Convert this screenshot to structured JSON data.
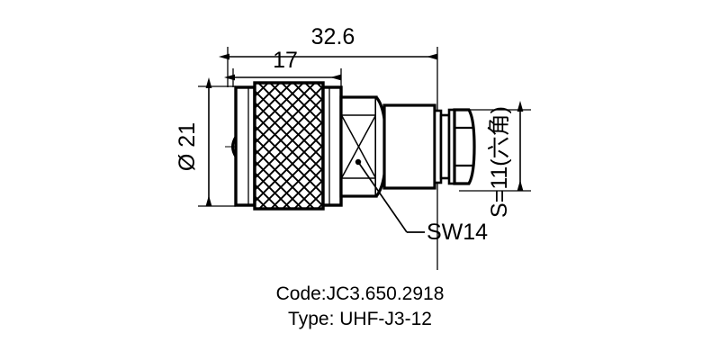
{
  "drawing": {
    "title_icon": "technical-drawing-icon",
    "part": {
      "code_label": "Code:JC3.650.2918",
      "type_label": "Type: UHF-J3-12"
    },
    "dimensions": {
      "overall_length": "32.6",
      "knurl_length": "17",
      "body_diameter": "Ø 21",
      "hex_across_flats": "S=11(六角)",
      "wrench_size": "SW14"
    },
    "colors": {
      "line": "#000000",
      "background": "#ffffff"
    }
  },
  "chart_data": {
    "type": "table",
    "title": "UHF-J3-12 connector outline drawing",
    "categories": [
      "overall_length",
      "knurl_length",
      "body_diameter",
      "hex_across_flats",
      "wrench_size"
    ],
    "values": [
      "32.6",
      "17",
      "Ø 21",
      "S=11(六角)",
      "SW14"
    ]
  }
}
